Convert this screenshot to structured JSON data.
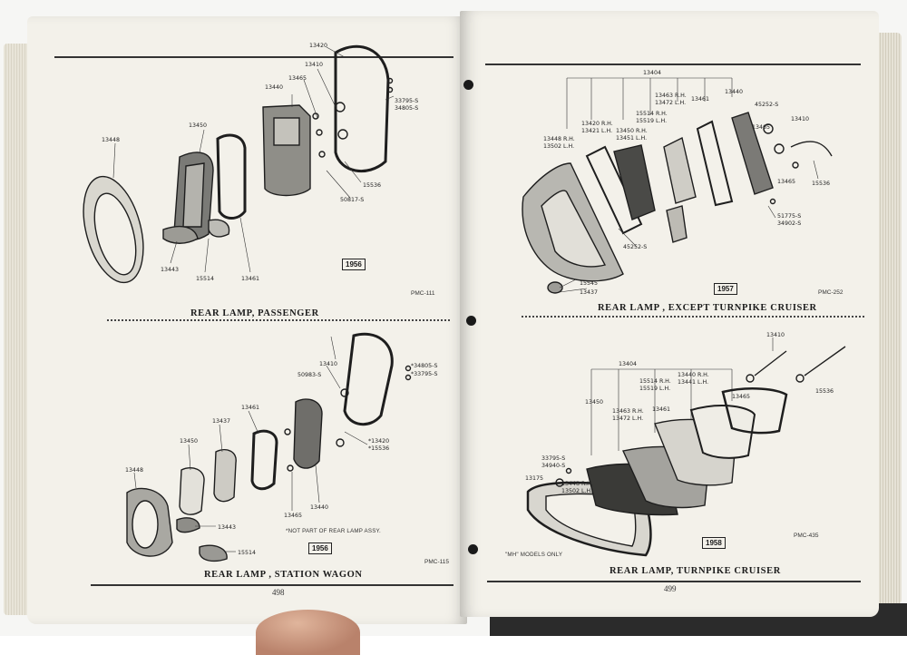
{
  "left_page": {
    "page_number": "498",
    "top": {
      "caption": "REAR LAMP, PASSENGER",
      "year": "1956",
      "figure_code": "PMC-111",
      "parts": {
        "p13420": "13420",
        "p13410": "13410",
        "p13465": "13465",
        "p13440": "13440",
        "p13450": "13450",
        "p13448": "13448",
        "p33795": "33795-S",
        "p34805": "34805-S",
        "p15536": "15536",
        "p50817": "50817-S",
        "p13443": "13443",
        "p15514": "15514",
        "p13461": "13461"
      }
    },
    "bottom": {
      "caption": "REAR LAMP , STATION WAGON",
      "year": "1956",
      "figure_code": "PMC-115",
      "note": "*NOT PART OF REAR LAMP ASSY.",
      "parts": {
        "p13410": "13410",
        "p50983": "50983-S",
        "p34805": "*34805-S",
        "p33795": "*33795-S",
        "p13461": "13461",
        "p13437": "13437",
        "p13450": "13450",
        "p13448": "13448",
        "p13420": "*13420",
        "p15536": "*15536",
        "p13443": "13443",
        "p13465": "13465",
        "p13440": "13440",
        "p15514": "15514"
      }
    }
  },
  "right_page": {
    "page_number": "499",
    "top": {
      "caption": "REAR LAMP , EXCEPT TURNPIKE CRUISER",
      "year": "1957",
      "figure_code": "PMC-252",
      "parts": {
        "p13404": "13404",
        "p13463": "13463 R.H.",
        "p13472": "13472 L.H.",
        "p13461": "13461",
        "p13440": "13440",
        "p45252a": "45252-S",
        "p15514": "15514 R.H.",
        "p15519": "15519 L.H.",
        "p13420": "13420 R.H.",
        "p13421": "13421 L.H.",
        "p13450": "13450 R.H.",
        "p13451": "13451 L.H.",
        "p13448": "13448 R.H.",
        "p13502": "13502 L.H.",
        "p13465a": "13465",
        "p13410": "13410",
        "p13465b": "13465",
        "p15536": "15536",
        "p51775": "51775-S",
        "p34902": "34902-S",
        "p45252b": "45252-S",
        "p15545": "15545",
        "p13437": "13437"
      }
    },
    "bottom": {
      "caption": "REAR LAMP, TURNPIKE CRUISER",
      "year": "1958",
      "figure_code": "PMC-435",
      "note": "\"MH\" MODELS ONLY",
      "parts": {
        "p13410": "13410",
        "p15536": "15536",
        "p13404": "13404",
        "p15514": "15514 R.H.",
        "p15519": "15519 L.H.",
        "p13440": "13440 R.H.",
        "p13441": "13441 L.H.",
        "p13465": "13465",
        "p13450": "13450",
        "p13463": "13463 R.H.",
        "p13472": "13472 L.H.",
        "p13461": "13461",
        "p33795": "33795-S",
        "p34940": "34940-S",
        "p13175": "13175",
        "p13448": "13448 R.H.",
        "p13502": "13502 L.H."
      }
    }
  }
}
